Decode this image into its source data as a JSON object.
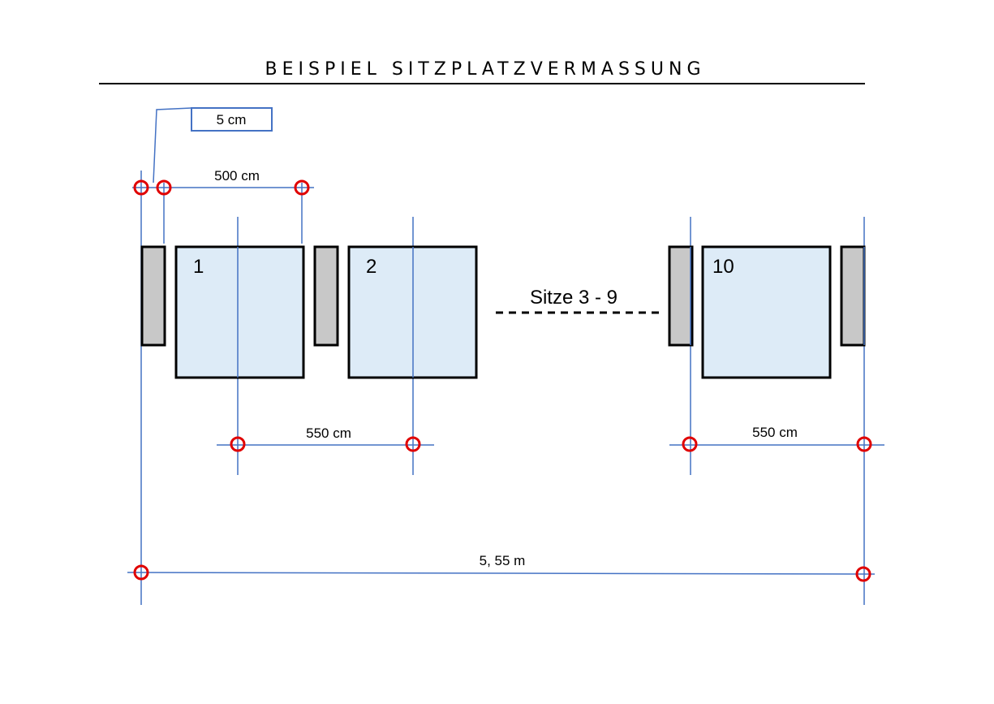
{
  "title": "BEISPIEL SITZPLATZVERMASSUNG",
  "callout": "5 cm",
  "dims": {
    "seat_width": "500 cm",
    "pitch_left": "550 cm",
    "pitch_right": "550 cm",
    "total": "5, 55 m"
  },
  "seats": [
    "1",
    "2",
    "10"
  ],
  "gap_label": "Sitze 3 - 9",
  "colors": {
    "seat_fill": "#ddebf7",
    "armrest_fill": "#c8c8c8",
    "dimension_line": "#4472c4",
    "marker": "#e00000"
  }
}
